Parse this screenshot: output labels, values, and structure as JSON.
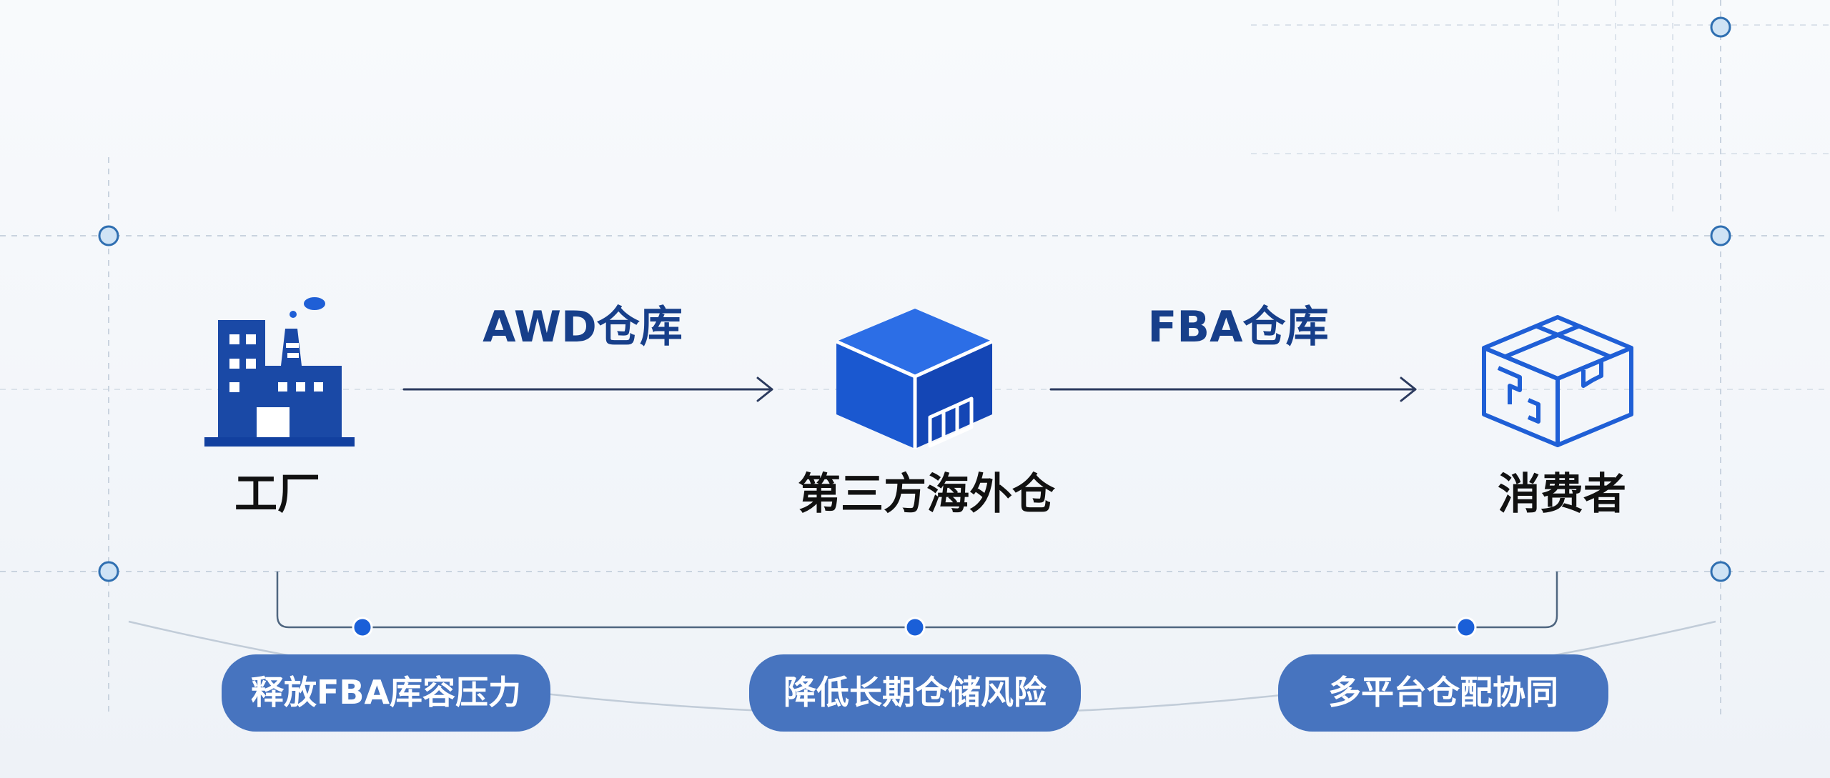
{
  "nodes": [
    {
      "id": "factory",
      "label": "工厂",
      "icon": "factory-icon"
    },
    {
      "id": "warehouse",
      "label": "第三方海外仓",
      "icon": "warehouse-icon"
    },
    {
      "id": "consumer",
      "label": "消费者",
      "icon": "package-icon"
    }
  ],
  "edges": [
    {
      "from": "factory",
      "to": "warehouse",
      "label": "AWD仓库"
    },
    {
      "from": "warehouse",
      "to": "consumer",
      "label": "FBA仓库"
    }
  ],
  "benefits": [
    {
      "label": "释放FBA库容压力"
    },
    {
      "label": "降低长期仓储风险"
    },
    {
      "label": "多平台仓配协同"
    }
  ],
  "colors": {
    "primary_blue": "#1f5fd6",
    "dark_blue": "#12409f",
    "label_navy": "#173f8a",
    "pill_blue": "#4774bf",
    "arrow_navy": "#2b3a5e",
    "node_text": "#111111",
    "grid_line": "#c9d3df",
    "marker_fill": "#cfe3f5",
    "marker_stroke": "#2f6fb1",
    "dot_blue": "#1a5fd8"
  }
}
